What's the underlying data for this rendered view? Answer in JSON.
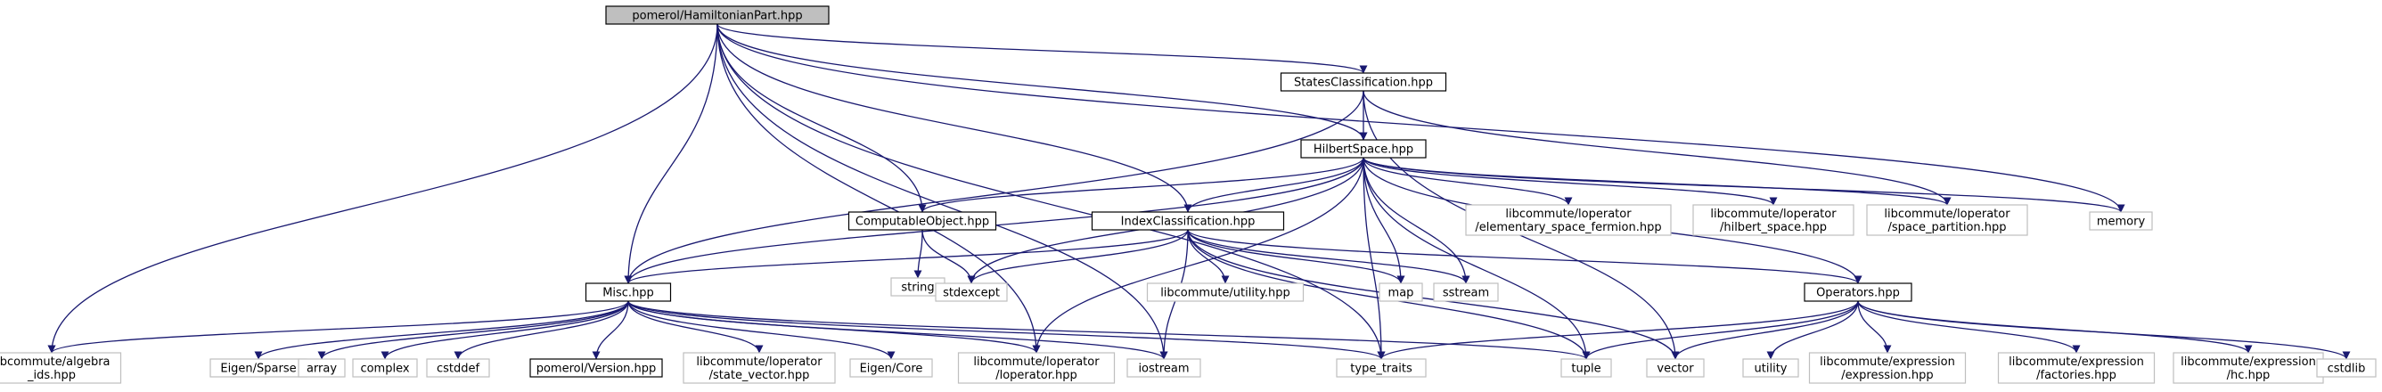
{
  "colors": {
    "edge": "#191970",
    "root_fill": "#bfbfbf",
    "internal_border": "#000000",
    "external_border": "#bfbfbf",
    "background": "#ffffff"
  },
  "nodes": [
    {
      "id": "root",
      "label": "pomerol/HamiltonianPart.hpp",
      "kind": "root"
    },
    {
      "id": "states",
      "label": "StatesClassification.hpp",
      "kind": "internal"
    },
    {
      "id": "hilbert",
      "label": "HilbertSpace.hpp",
      "kind": "internal"
    },
    {
      "id": "computable",
      "label": "ComputableObject.hpp",
      "kind": "internal"
    },
    {
      "id": "indexcl",
      "label": "IndexClassification.hpp",
      "kind": "internal"
    },
    {
      "id": "misc",
      "label": "Misc.hpp",
      "kind": "internal"
    },
    {
      "id": "operators",
      "label": "Operators.hpp",
      "kind": "internal"
    },
    {
      "id": "version",
      "label": "pomerol/Version.hpp",
      "kind": "internal"
    },
    {
      "id": "lc_elem",
      "label": "libcommute/loperator\n/elementary_space_fermion.hpp",
      "kind": "external"
    },
    {
      "id": "lc_hilbert",
      "label": "libcommute/loperator\n/hilbert_space.hpp",
      "kind": "external"
    },
    {
      "id": "lc_part",
      "label": "libcommute/loperator\n/space_partition.hpp",
      "kind": "external"
    },
    {
      "id": "memory",
      "label": "memory",
      "kind": "external"
    },
    {
      "id": "string",
      "label": "string",
      "kind": "external"
    },
    {
      "id": "stdexcept",
      "label": "stdexcept",
      "kind": "external"
    },
    {
      "id": "lc_util",
      "label": "libcommute/utility.hpp",
      "kind": "external"
    },
    {
      "id": "map",
      "label": "map",
      "kind": "external"
    },
    {
      "id": "sstream",
      "label": "sstream",
      "kind": "external"
    },
    {
      "id": "lc_alg",
      "label": "libcommute/algebra\n_ids.hpp",
      "kind": "external"
    },
    {
      "id": "eigen_sparse",
      "label": "Eigen/Sparse",
      "kind": "external"
    },
    {
      "id": "array",
      "label": "array",
      "kind": "external"
    },
    {
      "id": "complex",
      "label": "complex",
      "kind": "external"
    },
    {
      "id": "cstddef",
      "label": "cstddef",
      "kind": "external"
    },
    {
      "id": "lc_state",
      "label": "libcommute/loperator\n/state_vector.hpp",
      "kind": "external"
    },
    {
      "id": "eigen_core",
      "label": "Eigen/Core",
      "kind": "external"
    },
    {
      "id": "lc_lop",
      "label": "libcommute/loperator\n/loperator.hpp",
      "kind": "external"
    },
    {
      "id": "iostream",
      "label": "iostream",
      "kind": "external"
    },
    {
      "id": "type_traits",
      "label": "type_traits",
      "kind": "external"
    },
    {
      "id": "tuple",
      "label": "tuple",
      "kind": "external"
    },
    {
      "id": "vector",
      "label": "vector",
      "kind": "external"
    },
    {
      "id": "utility",
      "label": "utility",
      "kind": "external"
    },
    {
      "id": "lc_expr",
      "label": "libcommute/expression\n/expression.hpp",
      "kind": "external"
    },
    {
      "id": "lc_fact",
      "label": "libcommute/expression\n/factories.hpp",
      "kind": "external"
    },
    {
      "id": "lc_hc",
      "label": "libcommute/expression\n/hc.hpp",
      "kind": "external"
    },
    {
      "id": "cstdlib",
      "label": "cstdlib",
      "kind": "external"
    }
  ],
  "edges": [
    [
      "root",
      "states"
    ],
    [
      "root",
      "hilbert"
    ],
    [
      "root",
      "computable"
    ],
    [
      "root",
      "indexcl"
    ],
    [
      "root",
      "misc"
    ],
    [
      "root",
      "memory"
    ],
    [
      "root",
      "lc_alg"
    ],
    [
      "root",
      "lc_lop"
    ],
    [
      "root",
      "iostream"
    ],
    [
      "root",
      "type_traits"
    ],
    [
      "states",
      "hilbert"
    ],
    [
      "states",
      "misc"
    ],
    [
      "states",
      "lc_part"
    ],
    [
      "states",
      "vector"
    ],
    [
      "hilbert",
      "computable"
    ],
    [
      "hilbert",
      "indexcl"
    ],
    [
      "hilbert",
      "misc"
    ],
    [
      "hilbert",
      "operators"
    ],
    [
      "hilbert",
      "lc_elem"
    ],
    [
      "hilbert",
      "lc_hilbert"
    ],
    [
      "hilbert",
      "lc_part"
    ],
    [
      "hilbert",
      "memory"
    ],
    [
      "hilbert",
      "stdexcept"
    ],
    [
      "hilbert",
      "map"
    ],
    [
      "hilbert",
      "sstream"
    ],
    [
      "hilbert",
      "lc_lop"
    ],
    [
      "hilbert",
      "type_traits"
    ],
    [
      "hilbert",
      "tuple"
    ],
    [
      "computable",
      "string"
    ],
    [
      "computable",
      "stdexcept"
    ],
    [
      "indexcl",
      "misc"
    ],
    [
      "indexcl",
      "operators"
    ],
    [
      "indexcl",
      "stdexcept"
    ],
    [
      "indexcl",
      "lc_util"
    ],
    [
      "indexcl",
      "map"
    ],
    [
      "indexcl",
      "sstream"
    ],
    [
      "indexcl",
      "iostream"
    ],
    [
      "indexcl",
      "tuple"
    ],
    [
      "indexcl",
      "vector"
    ],
    [
      "misc",
      "lc_alg"
    ],
    [
      "misc",
      "eigen_sparse"
    ],
    [
      "misc",
      "array"
    ],
    [
      "misc",
      "complex"
    ],
    [
      "misc",
      "cstddef"
    ],
    [
      "misc",
      "version"
    ],
    [
      "misc",
      "lc_state"
    ],
    [
      "misc",
      "eigen_core"
    ],
    [
      "misc",
      "lc_lop"
    ],
    [
      "misc",
      "iostream"
    ],
    [
      "misc",
      "type_traits"
    ],
    [
      "misc",
      "tuple"
    ],
    [
      "operators",
      "type_traits"
    ],
    [
      "operators",
      "tuple"
    ],
    [
      "operators",
      "vector"
    ],
    [
      "operators",
      "utility"
    ],
    [
      "operators",
      "lc_expr"
    ],
    [
      "operators",
      "lc_fact"
    ],
    [
      "operators",
      "lc_hc"
    ],
    [
      "operators",
      "cstdlib"
    ]
  ]
}
